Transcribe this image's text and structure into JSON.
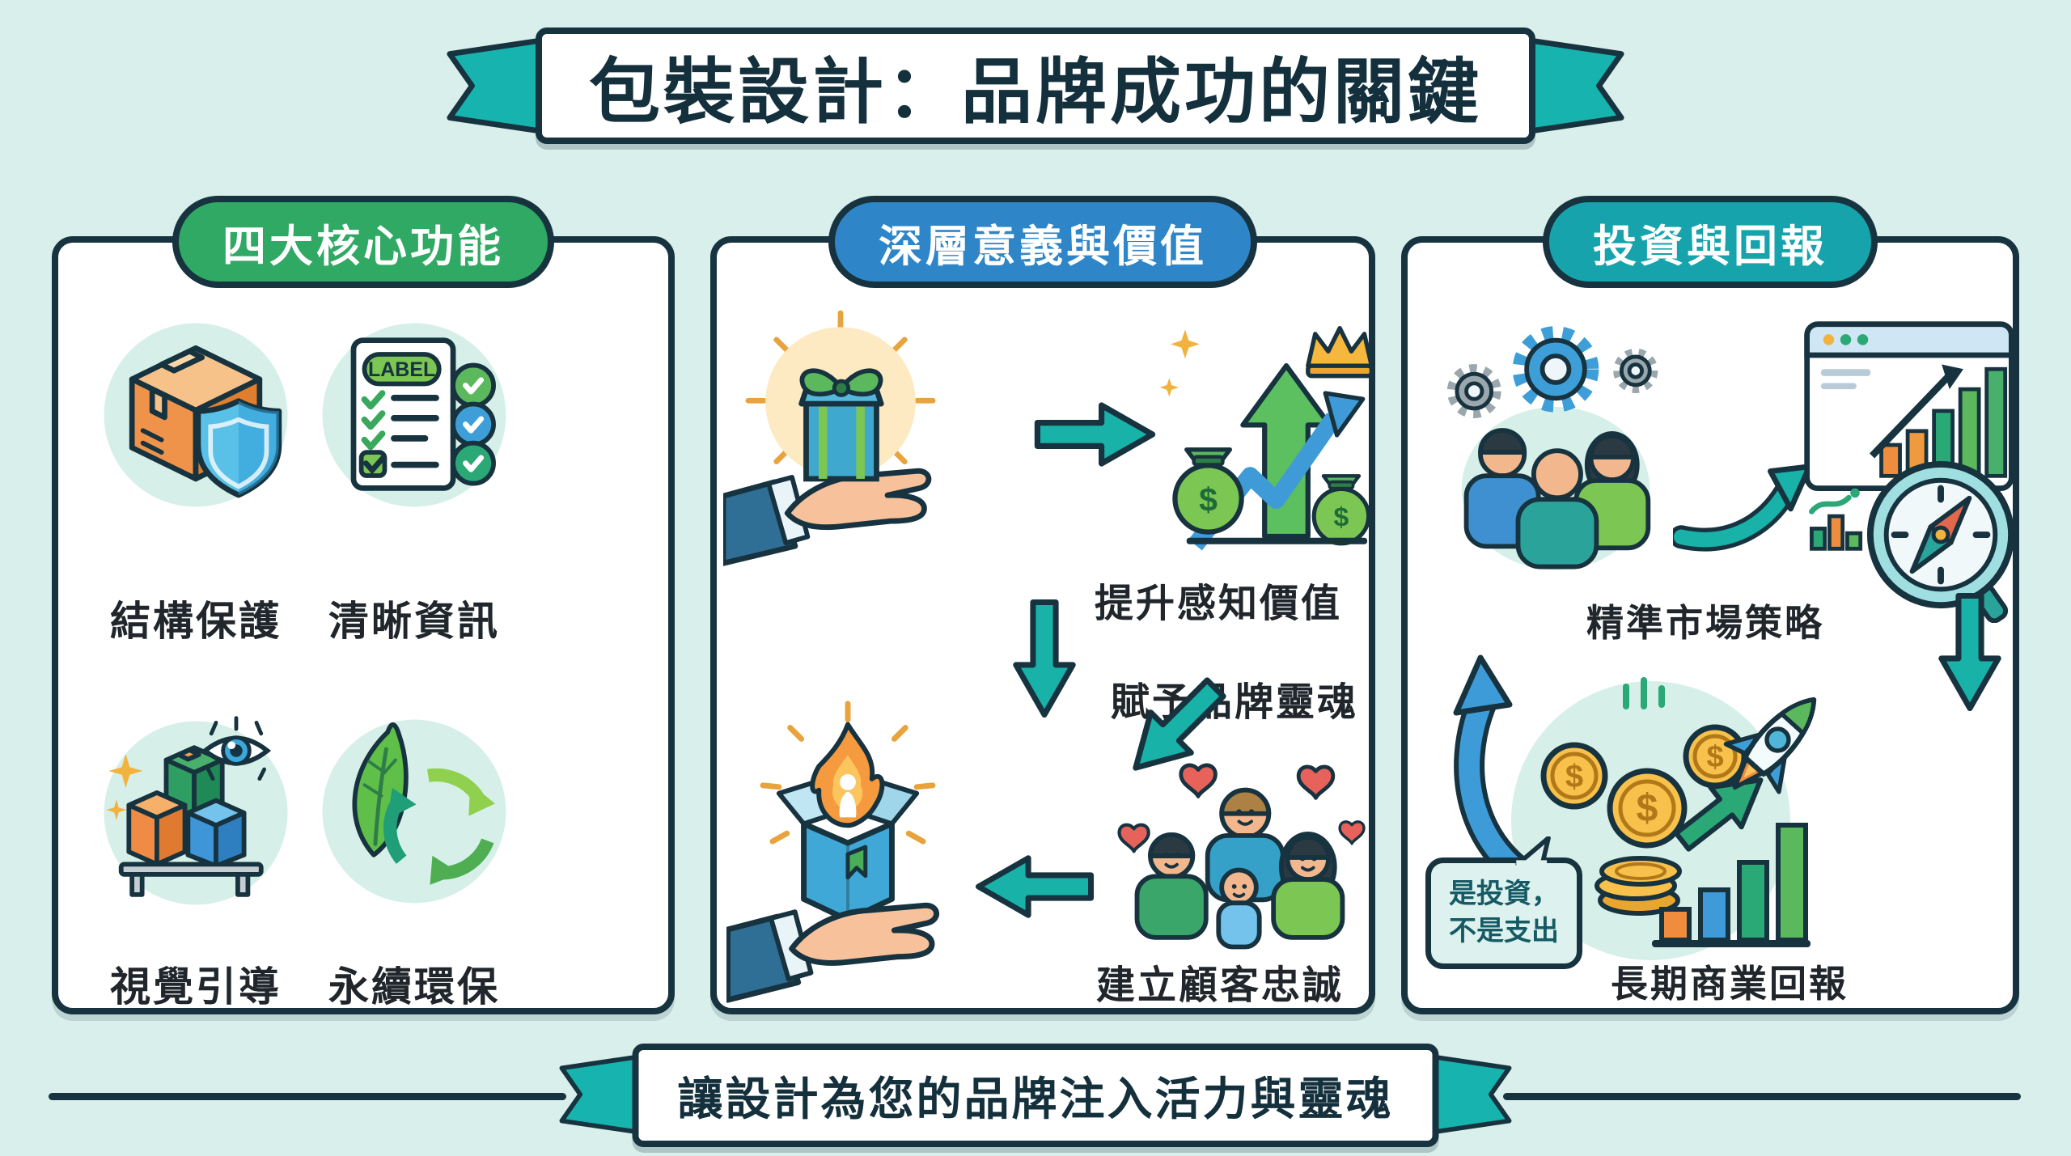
{
  "glyphs": {
    "dollar": "$",
    "label_badge": "LABEL"
  },
  "title_banner": {
    "text": "包裝設計：品牌成功的關鍵"
  },
  "footer_banner": {
    "text": "讓設計為您的品牌注入活力與靈魂"
  },
  "panels": [
    {
      "header": "四大核心功能",
      "items": [
        {
          "label": "結構保護",
          "icon": "box-shield-icon"
        },
        {
          "label": "清晰資訊",
          "icon": "label-checklist-icon"
        },
        {
          "label": "視覺引導",
          "icon": "boxes-eye-icon"
        },
        {
          "label": "永續環保",
          "icon": "leaf-recycle-icon"
        }
      ]
    },
    {
      "header": "深層意義與價值",
      "captions": {
        "perceived_value": "提升感知價值",
        "brand_soul": "賦予品牌靈魂",
        "customer_loyalty": "建立顧客忠誠"
      }
    },
    {
      "header": "投資與回報",
      "captions": {
        "market_strategy": "精準市場策略",
        "long_term_return": "長期商業回報"
      },
      "speech_bubble": {
        "line1": "是投資，",
        "line2": "不是支出"
      }
    }
  ],
  "colors": {
    "background": "#d9efeb",
    "ink": "#17333f",
    "panel_green": "#2fa963",
    "panel_blue": "#2e86c8",
    "panel_teal": "#16a3ab",
    "arrow_teal": "#18b2a8",
    "accent_orange": "#f0934a",
    "accent_gold": "#f5b73e"
  }
}
